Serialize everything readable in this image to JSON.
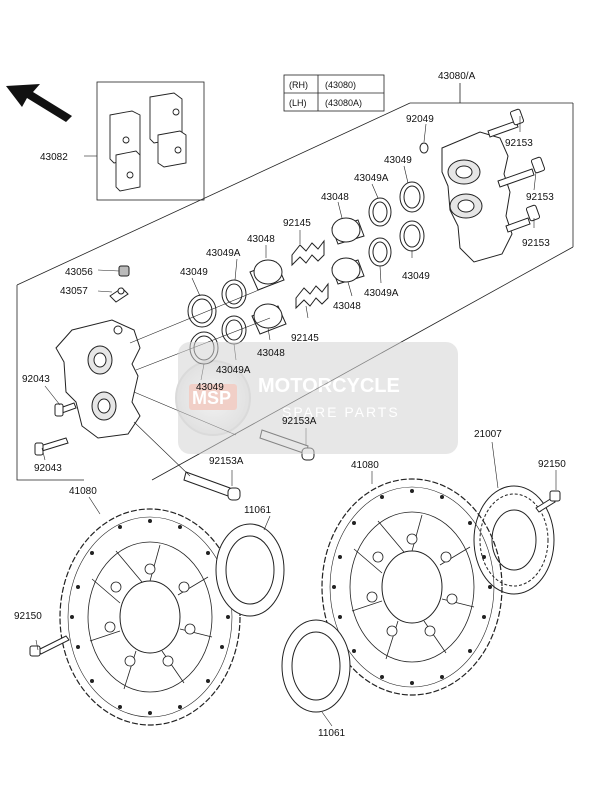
{
  "legend": {
    "rows": [
      {
        "side": "(RH)",
        "code": "(43080)"
      },
      {
        "side": "(LH)",
        "code": "(43080A)"
      }
    ]
  },
  "watermark": {
    "brand": "MOTORCYCLE",
    "sub": "SPARE PARTS",
    "logo": "MSP"
  },
  "labels": {
    "p43080A": "43080/A",
    "p43082": "43082",
    "p92049": "92049",
    "p92153_a": "92153",
    "p92153_b": "92153",
    "p92153_c": "92153",
    "p43049_r1": "43049",
    "p43049A_r1": "43049A",
    "p43048_r1": "43048",
    "p92145_top": "92145",
    "p43049A_top": "43049A",
    "p43048_top": "43048",
    "p43056": "43056",
    "p43057": "43057",
    "p43049_mid": "43049",
    "p43049_r2": "43049",
    "p43048_r2": "43048",
    "p43049A_r2": "43049A",
    "p92145_bot": "92145",
    "p43048_bot": "43048",
    "p43049A_bot": "43049A",
    "p92043_a": "92043",
    "p43049_bot": "43049",
    "p92153A_a": "92153A",
    "p92043_b": "92043",
    "p92153A_b": "92153A",
    "p41080_left": "41080",
    "p41080_right": "41080",
    "p21007": "21007",
    "p92150_right": "92150",
    "p11061_top": "11061",
    "p92150_left": "92150",
    "p11061_bot": "11061"
  }
}
